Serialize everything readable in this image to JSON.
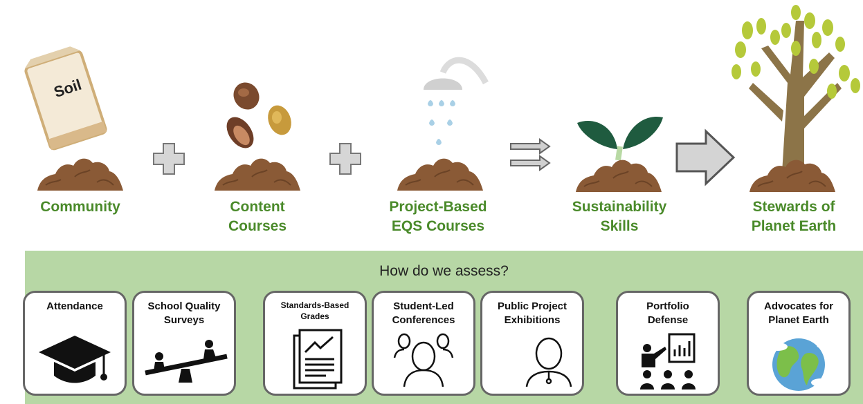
{
  "stages": [
    {
      "id": "community",
      "line1": "Community",
      "line2": ""
    },
    {
      "id": "content",
      "line1": "Content",
      "line2": "Courses"
    },
    {
      "id": "project",
      "line1": "Project-Based",
      "line2": "EQS Courses"
    },
    {
      "id": "sustainability",
      "line1": "Sustainability",
      "line2": "Skills"
    },
    {
      "id": "stewards",
      "line1": "Stewards of",
      "line2": "Planet Earth"
    }
  ],
  "soil_bag_label": "Soil",
  "assess": {
    "title": "How do we assess?",
    "cards": [
      {
        "line1": "Attendance",
        "line2": "",
        "icon": "graduation-cap-icon"
      },
      {
        "line1": "School Quality",
        "line2": "Surveys",
        "icon": "seesaw-icon"
      },
      {
        "line1": "Standards-Based",
        "line2": "Grades",
        "icon": "report-chart-icon"
      },
      {
        "line1": "Student-Led",
        "line2": "Conferences",
        "icon": "people-group-icon"
      },
      {
        "line1": "Public Project",
        "line2": "Exhibitions",
        "icon": "person-icon"
      },
      {
        "line1": "Portfolio",
        "line2": "Defense",
        "icon": "presentation-icon"
      },
      {
        "line1": "Advocates for",
        "line2": "Planet Earth",
        "icon": "globe-icon"
      }
    ]
  },
  "colors": {
    "label_green": "#4a8a2a",
    "band_green": "#b7d7a5",
    "soil_brown": "#8a5a36",
    "leaf_dark": "#1f5b3f",
    "leaf_light": "#b5c93a",
    "trunk": "#8c7448",
    "arrow_gray": "#d4d4d4"
  }
}
